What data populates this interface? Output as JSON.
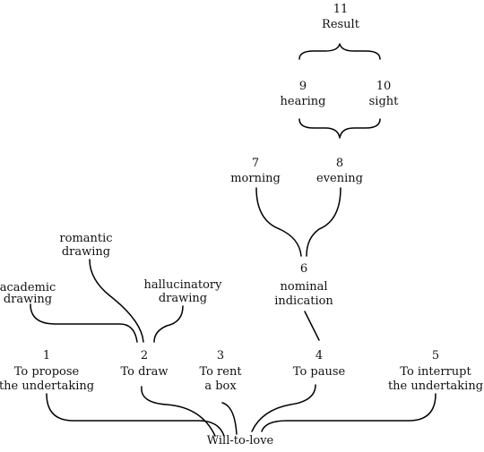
{
  "nodes": {
    "root": {
      "text": "Will-to-love"
    },
    "n1": {
      "num": "1",
      "line1": "To propose",
      "line2": "the undertaking"
    },
    "n2": {
      "num": "2",
      "line1": "To draw"
    },
    "n3": {
      "num": "3",
      "line1": "To rent",
      "line2": "a box"
    },
    "n4": {
      "num": "4",
      "line1": "To pause"
    },
    "n5": {
      "num": "5",
      "line1": "To interrupt",
      "line2": "the undertaking"
    },
    "academic": {
      "line1": "academic",
      "line2": "drawing"
    },
    "romantic": {
      "line1": "romantic",
      "line2": "drawing"
    },
    "hallucinatory": {
      "line1": "hallucinatory",
      "line2": "drawing"
    },
    "n6": {
      "num": "6",
      "line1": "nominal",
      "line2": "indication"
    },
    "n7": {
      "num": "7",
      "line1": "morning"
    },
    "n8": {
      "num": "8",
      "line1": "evening"
    },
    "n9": {
      "num": "9",
      "line1": "hearing"
    },
    "n10": {
      "num": "10",
      "line1": "sight"
    },
    "n11": {
      "num": "11",
      "line1": "Result"
    }
  }
}
